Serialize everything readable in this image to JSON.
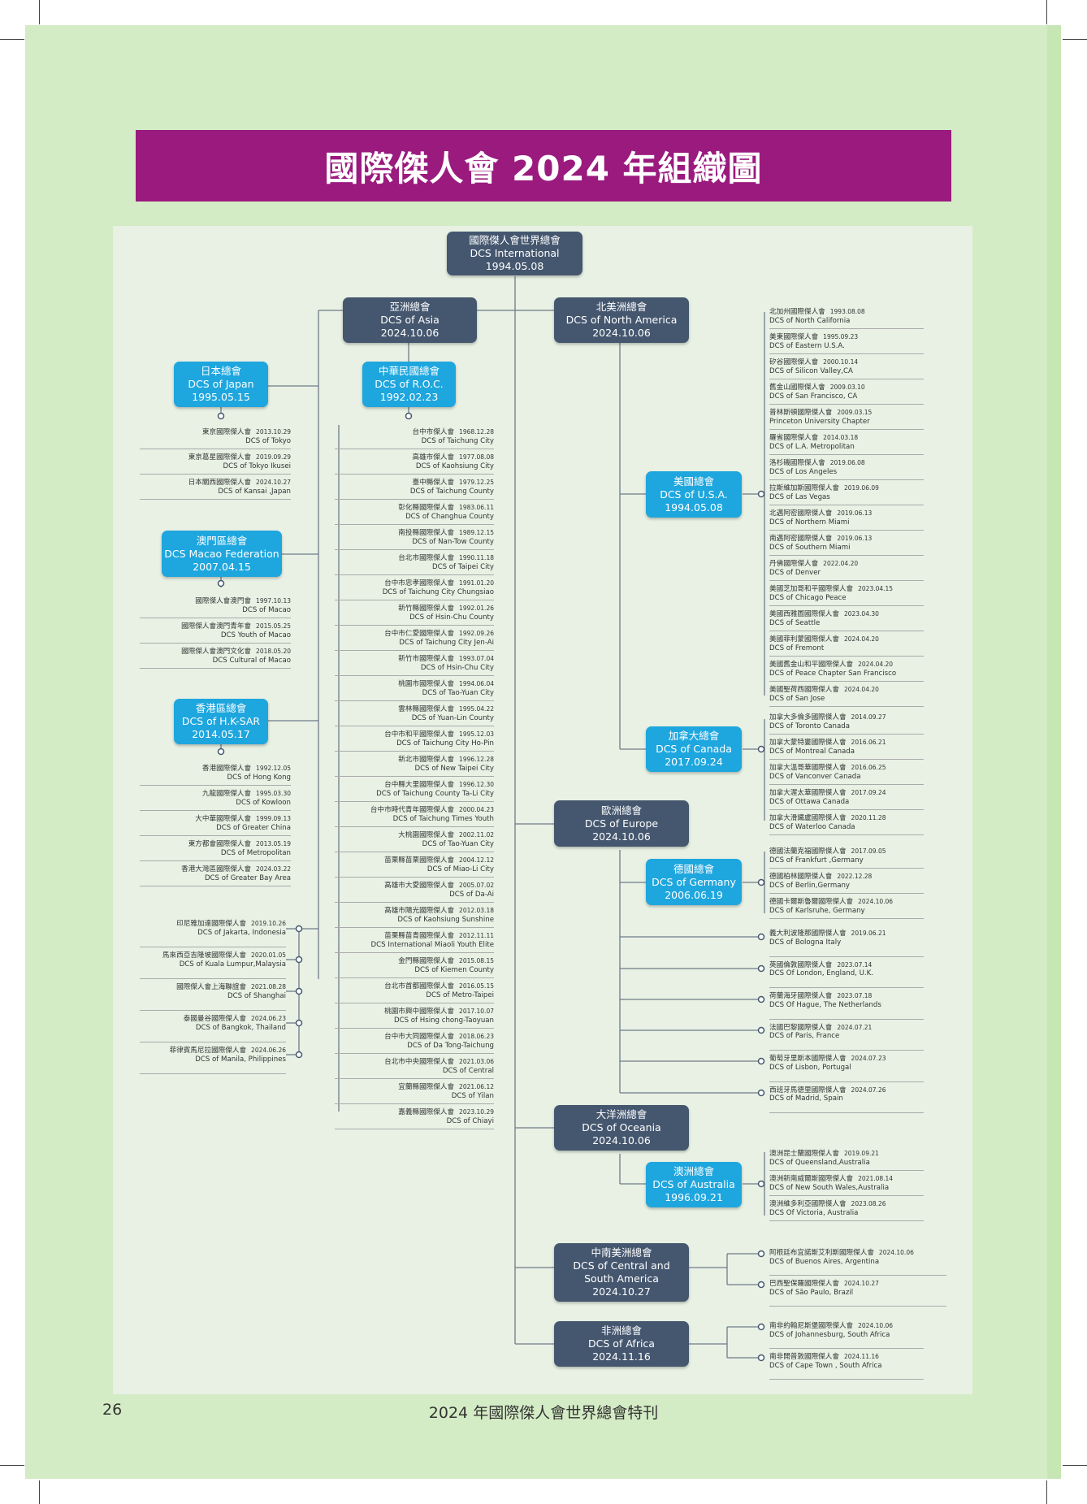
{
  "title": "國際傑人會 2024 年組織圖",
  "footer": {
    "page_number": "26",
    "publication": "2024 年國際傑人會世界總會特刊"
  },
  "colors": {
    "banner": "#9a1a7e",
    "page_background": "#d4ecc5",
    "dark_node": "#45576f",
    "blue_node": "#1ea6de"
  },
  "diagram": {
    "root": {
      "zh": "國際傑人會世界總會",
      "en": "DCS International",
      "date": "1994.05.08"
    },
    "asia": {
      "zh": "亞洲總會",
      "en": "DCS of Asia",
      "date": "2024.10.06",
      "japan": {
        "zh": "日本總會",
        "en": "DCS of Japan",
        "date": "1995.05.15",
        "items": [
          {
            "zh": "東京國際傑人會",
            "date": "2013.10.29",
            "en": "DCS of Tokyo"
          },
          {
            "zh": "東京葛星國際傑人會",
            "date": "2019.09.29",
            "en": "DCS of Tokyo Ikusei"
          },
          {
            "zh": "日本關西國際傑人會",
            "date": "2024.10.27",
            "en": "DCS of Kansai ,Japan"
          }
        ]
      },
      "macao": {
        "zh": "澳門區總會",
        "en": "DCS Macao Federation",
        "date": "2007.04.15",
        "items": [
          {
            "zh": "國際傑人會澳門會",
            "date": "1997.10.13",
            "en": "DCS of Macao"
          },
          {
            "zh": "國際傑人會澳門青年會",
            "date": "2015.05.25",
            "en": "DCS Youth of Macao"
          },
          {
            "zh": "國際傑人會澳門文化會",
            "date": "2018.05.20",
            "en": "DCS Cultural of Macao"
          }
        ]
      },
      "hongkong": {
        "zh": "香港區總會",
        "en": "DCS of H.K-SAR",
        "date": "2014.05.17",
        "items": [
          {
            "zh": "香港國際傑人會",
            "date": "1992.12.05",
            "en": "DCS of Hong Kong"
          },
          {
            "zh": "九龍國際傑人會",
            "date": "1995.03.30",
            "en": "DCS of Kowloon"
          },
          {
            "zh": "大中華國際傑人會",
            "date": "1999.09.13",
            "en": "DCS of Greater China"
          },
          {
            "zh": "東方都會國際傑人會",
            "date": "2013.05.19",
            "en": "DCS of Metropolitan"
          },
          {
            "zh": "香港大灣區國際傑人會",
            "date": "2024.03.22",
            "en": "DCS of Greater Bay Area"
          }
        ]
      },
      "other_asia": [
        {
          "zh": "印尼雅加達國際傑人會",
          "date": "2019.10.26",
          "en": "DCS of Jakarta, Indonesia"
        },
        {
          "zh": "馬來西亞吉隆坡國際傑人會",
          "date": "2020.01.05",
          "en": "DCS of Kuala Lumpur,Malaysia"
        },
        {
          "zh": "國際傑人會上海聯誼會",
          "date": "2021.08.28",
          "en": "DCS of Shanghai"
        },
        {
          "zh": "泰國曼谷國際傑人會",
          "date": "2024.06.23",
          "en": "DCS of Bangkok, Thailand"
        },
        {
          "zh": "菲律賓馬尼拉國際傑人會",
          "date": "2024.06.26",
          "en": "DCS of Manila, Philippines"
        }
      ],
      "roc": {
        "zh": "中華民國總會",
        "en": "DCS of R.O.C.",
        "date": "1992.02.23",
        "items": [
          {
            "zh": "台中市傑人會",
            "date": "1968.12.28",
            "en": "DCS of Taichung City"
          },
          {
            "zh": "高雄市傑人會",
            "date": "1977.08.08",
            "en": "DCS of Kaohsiung City"
          },
          {
            "zh": "臺中縣傑人會",
            "date": "1979.12.25",
            "en": "DCS of Taichung County"
          },
          {
            "zh": "彰化縣國際傑人會",
            "date": "1983.06.11",
            "en": "DCS of Changhua County"
          },
          {
            "zh": "南投縣國際傑人會",
            "date": "1989.12.15",
            "en": "DCS of Nan-Tow County"
          },
          {
            "zh": "台北市國際傑人會",
            "date": "1990.11.18",
            "en": "DCS of Taipei City"
          },
          {
            "zh": "台中市忠孝國際傑人會",
            "date": "1991.01.20",
            "en": "DCS of Taichung City Chungsiao"
          },
          {
            "zh": "新竹縣國際傑人會",
            "date": "1992.01.26",
            "en": "DCS of Hsin-Chu County"
          },
          {
            "zh": "台中市仁愛國際傑人會",
            "date": "1992.09.26",
            "en": "DCS of Taichung City Jen-Ai"
          },
          {
            "zh": "新竹市國際傑人會",
            "date": "1993.07.04",
            "en": "DCS of Hsin-Chu City"
          },
          {
            "zh": "桃園市國際傑人會",
            "date": "1994.06.04",
            "en": "DCS of Tao-Yuan City"
          },
          {
            "zh": "雲林縣國際傑人會",
            "date": "1995.04.22",
            "en": "DCS of Yuan-Lin County"
          },
          {
            "zh": "台中市和平國際傑人會",
            "date": "1995.12.03",
            "en": "DCS of Taichung City Ho-Pin"
          },
          {
            "zh": "新北市國際傑人會",
            "date": "1996.12.28",
            "en": "DCS of New Taipei City"
          },
          {
            "zh": "台中縣大里國際傑人會",
            "date": "1996.12.30",
            "en": "DCS of Taichung County Ta-Li City"
          },
          {
            "zh": "台中市時代青年國際傑人會",
            "date": "2000.04.23",
            "en": "DCS of Taichung Times Youth"
          },
          {
            "zh": "大桃園國際傑人會",
            "date": "2002.11.02",
            "en": "DCS of Tao-Yuan City"
          },
          {
            "zh": "苗栗縣苗栗國際傑人會",
            "date": "2004.12.12",
            "en": "DCS of Miao-Li City"
          },
          {
            "zh": "高雄市大愛國際傑人會",
            "date": "2005.07.02",
            "en": "DCS of Da-Ai"
          },
          {
            "zh": "高雄市陽光國際傑人會",
            "date": "2012.03.18",
            "en": "DCS of Kaohsiung Sunshine"
          },
          {
            "zh": "苗栗縣苗青國際傑人會",
            "date": "2012.11.11",
            "en": "DCS International Miaoli Youth Elite"
          },
          {
            "zh": "金門縣國際傑人會",
            "date": "2015.08.15",
            "en": "DCS of Kiemen County"
          },
          {
            "zh": "台北市首都國際傑人會",
            "date": "2016.05.15",
            "en": "DCS of Metro-Taipei"
          },
          {
            "zh": "桃園市興中國際傑人會",
            "date": "2017.10.07",
            "en": "DCS of Hsing chong-Taoyuan"
          },
          {
            "zh": "台中市大同國際傑人會",
            "date": "2018.06.23",
            "en": "DCS of Da Tong-Taichung"
          },
          {
            "zh": "台北市中央國際傑人會",
            "date": "2021.03.06",
            "en": "DCS of Central"
          },
          {
            "zh": "宜蘭縣國際傑人會",
            "date": "2021.06.12",
            "en": "DCS of Yilan"
          },
          {
            "zh": "嘉義縣國際傑人會",
            "date": "2023.10.29",
            "en": "DCS of Chiayi"
          }
        ]
      }
    },
    "north_america": {
      "zh": "北美洲總會",
      "en": "DCS of North America",
      "date": "2024.10.06",
      "usa": {
        "zh": "美國總會",
        "en": "DCS of U.S.A.",
        "date": "1994.05.08",
        "items": [
          {
            "zh": "北加州國際傑人會",
            "date": "1993.08.08",
            "en": "DCS of North California"
          },
          {
            "zh": "美東國際傑人會",
            "date": "1995.09.23",
            "en": "DCS of Eastern U.S.A."
          },
          {
            "zh": "矽谷國際傑人會",
            "date": "2000.10.14",
            "en": "DCS of Silicon Valley,CA"
          },
          {
            "zh": "舊金山國際傑人會",
            "date": "2009.03.10",
            "en": "DCS of San Francisco, CA"
          },
          {
            "zh": "普林斯頓國際傑人會",
            "date": "2009.03.15",
            "en": "Princeton University Chapter"
          },
          {
            "zh": "羅省國際傑人會",
            "date": "2014.03.18",
            "en": "DCS of L.A. Metropolitan"
          },
          {
            "zh": "洛杉磯國際傑人會",
            "date": "2019.06.08",
            "en": "DCS of Los Angeles"
          },
          {
            "zh": "拉斯維加斯國際傑人會",
            "date": "2019.06.09",
            "en": "DCS of Las Vegas"
          },
          {
            "zh": "北邁阿密國際傑人會",
            "date": "2019.06.13",
            "en": "DCS of Northern Miami"
          },
          {
            "zh": "南邁阿密國際傑人會",
            "date": "2019.06.13",
            "en": "DCS of Southern Miami"
          },
          {
            "zh": "丹佛國際傑人會",
            "date": "2022.04.20",
            "en": "DCS of Denver"
          },
          {
            "zh": "美國芝加哥和平國際傑人會",
            "date": "2023.04.15",
            "en": "DCS of Chicago Peace"
          },
          {
            "zh": "美國西雅圖國際傑人會",
            "date": "2023.04.30",
            "en": "DCS of Seattle"
          },
          {
            "zh": "美國菲利蒙國際傑人會",
            "date": "2024.04.20",
            "en": "DCS of Fremont"
          },
          {
            "zh": "美國舊金山和平國際傑人會",
            "date": "2024.04.20",
            "en": "DCS of Peace Chapter San Francisco"
          },
          {
            "zh": "美國聖荷西國際傑人會",
            "date": "2024.04.20",
            "en": "DCS of San Jose"
          }
        ]
      },
      "canada": {
        "zh": "加拿大總會",
        "en": "DCS of Canada",
        "date": "2017.09.24",
        "items": [
          {
            "zh": "加拿大多倫多國際傑人會",
            "date": "2014.09.27",
            "en": "DCS of Toronto Canada"
          },
          {
            "zh": "加拿大蒙特婁國際傑人會",
            "date": "2016.06.21",
            "en": "DCS of Montreal Canada"
          },
          {
            "zh": "加拿大溫哥華國際傑人會",
            "date": "2016.06.25",
            "en": "DCS of Vanconver Canada"
          },
          {
            "zh": "加拿大渥太華國際傑人會",
            "date": "2017.09.24",
            "en": "DCS of Ottawa Canada"
          },
          {
            "zh": "加拿大滑鐵盧國際傑人會",
            "date": "2020.11.28",
            "en": "DCS of Waterloo Canada"
          }
        ]
      }
    },
    "europe": {
      "zh": "歐洲總會",
      "en": "DCS of Europe",
      "date": "2024.10.06",
      "germany": {
        "zh": "德國總會",
        "en": "DCS of Germany",
        "date": "2006.06.19",
        "items": [
          {
            "zh": "德國法蘭克福國際傑人會",
            "date": "2017.09.05",
            "en": "DCS of Frankfurt ,Germany"
          },
          {
            "zh": "德國柏林國際傑人會",
            "date": "2022.12.28",
            "en": "DCS of Berlin,Germany"
          },
          {
            "zh": "德國卡爾斯魯爾國際傑人會",
            "date": "2024.10.06",
            "en": "DCS of Karlsruhe, Germany"
          }
        ]
      },
      "items": [
        {
          "zh": "義大利波隆那國際傑人會",
          "date": "2019.06.21",
          "en": "DCS of Bologna Italy"
        },
        {
          "zh": "英國倫敦國際傑人會",
          "date": "2023.07.14",
          "en": "DCS Of London, England, U.K."
        },
        {
          "zh": "荷蘭海牙國際傑人會",
          "date": "2023.07.18",
          "en": "DCS Of Hague, The Netherlands"
        },
        {
          "zh": "法國巴黎國際傑人會",
          "date": "2024.07.21",
          "en": "DCS of Paris, France"
        },
        {
          "zh": "葡萄牙里斯本國際傑人會",
          "date": "2024.07.23",
          "en": "DCS of Lisbon, Portugal"
        },
        {
          "zh": "西班牙馬德里國際傑人會",
          "date": "2024.07.26",
          "en": "DCS of Madrid, Spain"
        }
      ]
    },
    "oceania": {
      "zh": "大洋洲總會",
      "en": "DCS of Oceania",
      "date": "2024.10.06",
      "australia": {
        "zh": "澳洲總會",
        "en": "DCS of Australia",
        "date": "1996.09.21",
        "items": [
          {
            "zh": "澳洲昆士蘭國際傑人會",
            "date": "2019.09.21",
            "en": "DCS of Queensland,Australia"
          },
          {
            "zh": "澳洲新南威爾斯國際傑人會",
            "date": "2021.08.14",
            "en": "DCS of New South Wales,Australia"
          },
          {
            "zh": "澳洲維多利亞國際傑人會",
            "date": "2023.08.26",
            "en": "DCS Of Victoria, Australia"
          }
        ]
      }
    },
    "latin_america": {
      "zh": "中南美洲總會",
      "en1": "DCS of Central and",
      "en2": "South America",
      "date": "2024.10.27",
      "items": [
        {
          "zh": "阿根廷布宜諾斯艾利斯國際傑人會",
          "date": "2024.10.06",
          "en": "DCS of Buenos Aires, Argentina"
        },
        {
          "zh": "巴西聖保羅國際傑人會",
          "date": "2024.10.27",
          "en": "DCS of São Paulo, Brazil"
        }
      ]
    },
    "africa": {
      "zh": "非洲總會",
      "en": "DCS of Africa",
      "date": "2024.11.16",
      "items": [
        {
          "zh": "南非約翰尼斯堡國際傑人會",
          "date": "2024.10.06",
          "en": "DCS of Johannesburg, South Africa"
        },
        {
          "zh": "南非開普敦國際傑人會",
          "date": "2024.11.16",
          "en": "DCS of Cape Town , South Africa"
        }
      ]
    }
  }
}
